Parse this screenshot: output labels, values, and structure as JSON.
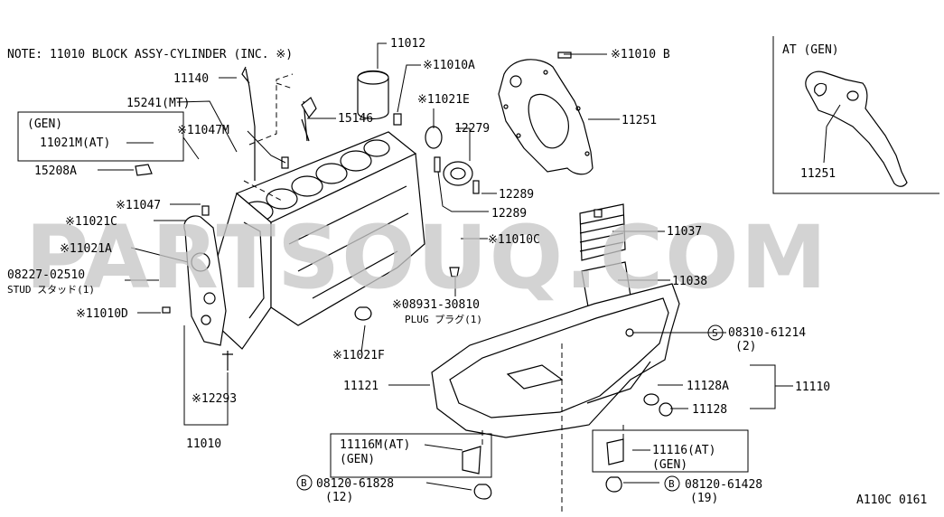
{
  "note": "NOTE: 11010 BLOCK ASSY-CYLINDER (INC. ※)",
  "at_panel_title": "AT (GEN)",
  "at_panel_part": "11251",
  "watermark": "PARTSOUQ.COM",
  "figure_code": "A110C 0161",
  "parts": {
    "p11012": "11012",
    "p11010B": "※11010 B",
    "p11010A": "※11010A",
    "p11140": "11140",
    "p15241": "15241(MT)",
    "p15146": "15146",
    "p11021E": "※11021E",
    "p12279": "12279",
    "p11251": "11251",
    "gen_box_title": "(GEN)",
    "p11021M": "11021M(AT)",
    "p11047M": "※11047M",
    "p15208A": "15208A",
    "p12289a": "12289",
    "p12289b": "12289",
    "p11047": "※11047",
    "p11021C": "※11021C",
    "p11037": "11037",
    "p11021A": "※11021A",
    "p11010C": "※11010C",
    "p08227": "08227-02510",
    "p_stud": "STUD スタッド(1)",
    "p11038": "11038",
    "p08931": "※08931-30810",
    "p_plug": "PLUG プラグ(1)",
    "p11010D": "※11010D",
    "p08310": "08310-61214",
    "p08310_qty": "(2)",
    "p11021F": "※11021F",
    "p11121": "11121",
    "p11128A": "11128A",
    "p11110": "11110",
    "p12293": "※12293",
    "p11128": "11128",
    "p11010": "11010",
    "p11116M_at": "11116M(AT)",
    "p11116M_gen": "(GEN)",
    "p11116_at": "11116(AT)",
    "p11116_gen": "(GEN)",
    "p08120a": "08120-61828",
    "p08120a_qty": "(12)",
    "p08120b": "08120-61428",
    "p08120b_qty": "(19)",
    "circle_B": "B",
    "circle_S": "S"
  },
  "icons": [
    "cylinder-block-icon",
    "oil-pan-icon",
    "dipstick-icon",
    "rear-plate-icon",
    "oil-filter-icon"
  ]
}
